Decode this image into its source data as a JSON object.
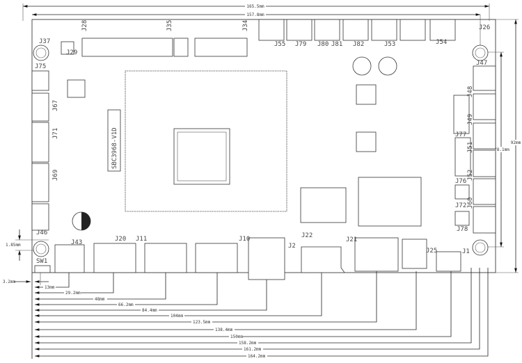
{
  "board": {
    "silkscreen_name": "SBC3968-V1D"
  },
  "dimensions": {
    "overall_width": "165.5mm",
    "hole_span_width": "157.8mm",
    "overall_height": "92mm",
    "hole_span_height": "78.1mm",
    "hole_offset_y": "1.85mm",
    "edge_offset_x": "3.2mm",
    "from_left_edge": [
      "13mm",
      "29.2mm",
      "48mm",
      "66.2mm",
      "84.4mm",
      "104mm",
      "123.5mm",
      "138.4mm",
      "150mm",
      "158.2mm",
      "161.2mm",
      "164.2mm"
    ]
  },
  "connectors": {
    "top": [
      "J37",
      "J28",
      "J29",
      "J35",
      "J34",
      "J55",
      "J79",
      "J80",
      "J81",
      "J82",
      "J53",
      "J54",
      "J26"
    ],
    "left": [
      "J75",
      "J67",
      "J71",
      "J69",
      "J46"
    ],
    "right": [
      "J47",
      "J48",
      "J49",
      "J51",
      "J52",
      "J60",
      "J77",
      "J76",
      "J72",
      "J78"
    ],
    "bottom": [
      "SW1",
      "J43",
      "J20",
      "J11",
      "J10",
      "J22",
      "J2",
      "J21",
      "J25",
      "J1"
    ]
  }
}
